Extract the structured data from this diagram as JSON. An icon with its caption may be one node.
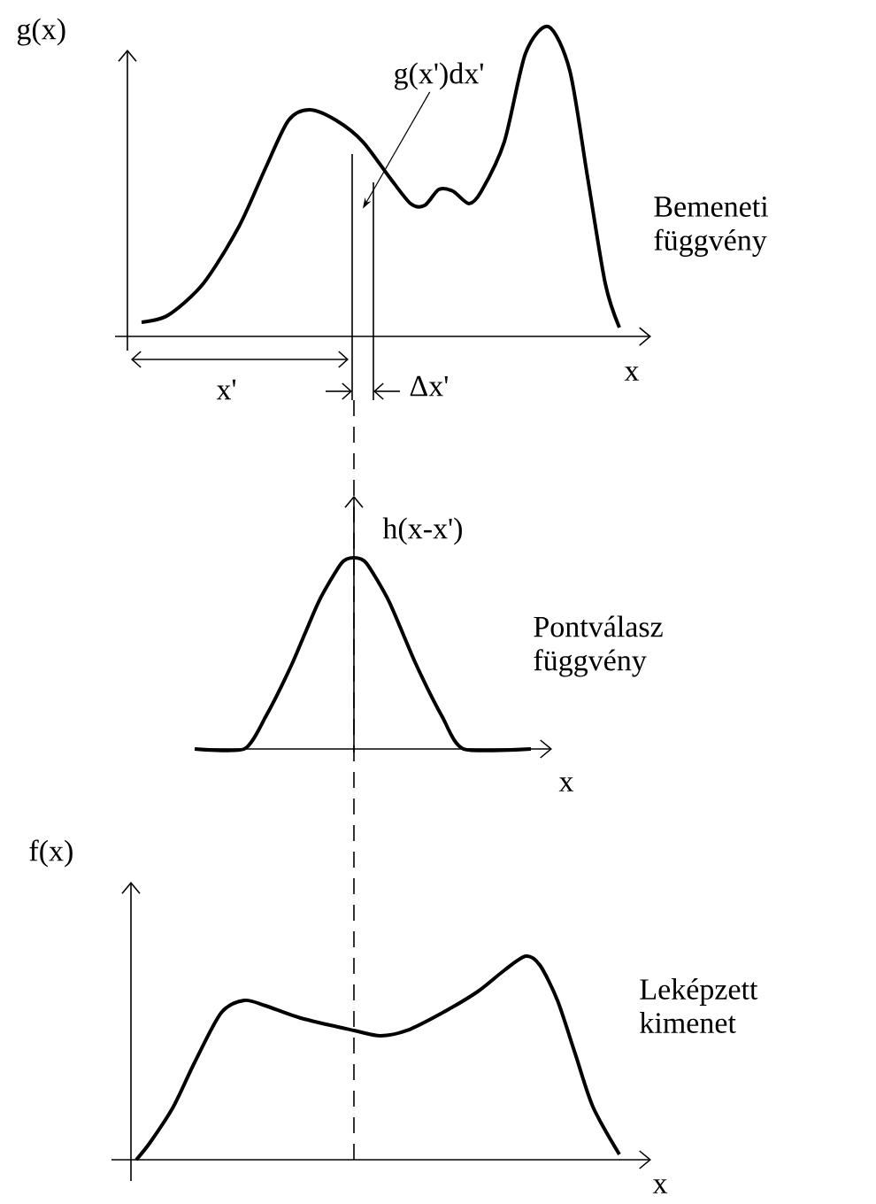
{
  "diagram": {
    "nodes": [
      {
        "text": [
          "g(x')dx'"
        ]
      },
      {
        "text": [],
        "shape": "bar"
      }
    ],
    "edges": [
      {
        "from": 0,
        "to": 1,
        "arrow": "to"
      }
    ],
    "labels": [
      "g(x)",
      "Bemeneti függvény",
      "x'",
      "Δx'",
      "x",
      "h(x-x')",
      "Pontválasz függvény",
      "x",
      "f(x)",
      "Leképzett kimenet",
      "x"
    ]
  }
}
